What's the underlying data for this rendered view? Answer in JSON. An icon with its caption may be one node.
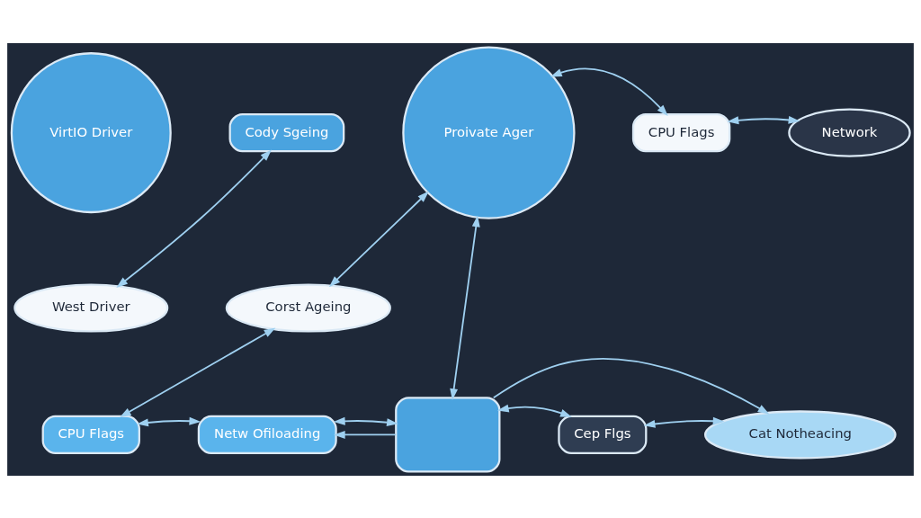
{
  "diagram": {
    "nodes": [
      {
        "text": [
          "VirtIO Driver"
        ]
      },
      {
        "text": [
          "Cody Sgeing"
        ]
      },
      {
        "text": [
          "West Driver"
        ]
      },
      {
        "text": [
          "Proivate Ager"
        ]
      },
      {
        "text": [
          "CPU Flags"
        ]
      },
      {
        "text": [
          "Network"
        ]
      },
      {
        "text": [
          "Corst Ageing"
        ]
      },
      {
        "text": [
          "CPU Flags"
        ]
      },
      {
        "text": [
          "Netw Ofiloading"
        ]
      },
      {
        "text": [],
        "shape": "box"
      },
      {
        "text": [
          "Cep Flgs"
        ]
      },
      {
        "text": [
          "Cat Notheacing"
        ]
      }
    ],
    "edges": [
      {
        "from": 1,
        "to": 2,
        "arrow": "both"
      },
      {
        "from": 3,
        "to": 4,
        "arrow": "both"
      },
      {
        "from": 4,
        "to": 5,
        "arrow": "both"
      },
      {
        "from": 3,
        "to": 6,
        "arrow": "both"
      },
      {
        "from": 9,
        "to": 3,
        "arrow": "both"
      },
      {
        "from": 7,
        "to": 6,
        "arrow": "both"
      },
      {
        "from": 9,
        "to": 8,
        "arrow": "to"
      },
      {
        "from": 9,
        "to": 11,
        "arrow": "to"
      },
      {
        "from": 7,
        "to": 8,
        "arrow": "both"
      },
      {
        "from": 8,
        "to": 9,
        "arrow": "both"
      },
      {
        "from": 9,
        "to": 10,
        "arrow": "both"
      },
      {
        "from": 10,
        "to": 11,
        "arrow": "both"
      }
    ]
  }
}
